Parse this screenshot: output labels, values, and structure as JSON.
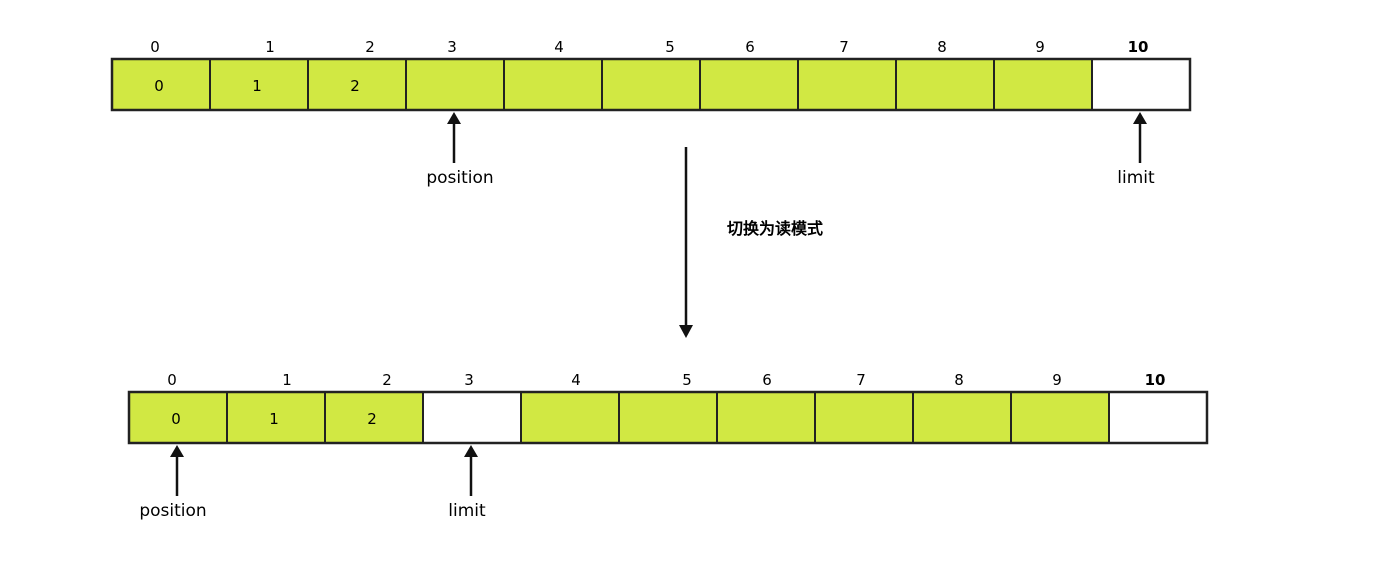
{
  "colors": {
    "filled": "#d1e843",
    "empty": "#ffffff",
    "border": "#222222",
    "arrow": "#111111"
  },
  "mode_switch_label": "切换为读模式",
  "buffers": [
    {
      "id": "write-mode",
      "indices": [
        "0",
        "1",
        "2",
        "3",
        "4",
        "5",
        "6",
        "7",
        "8",
        "9",
        "10"
      ],
      "cells": [
        {
          "value": "0",
          "filled": true
        },
        {
          "value": "1",
          "filled": true
        },
        {
          "value": "2",
          "filled": true
        },
        {
          "value": "",
          "filled": true
        },
        {
          "value": "",
          "filled": true
        },
        {
          "value": "",
          "filled": true
        },
        {
          "value": "",
          "filled": true
        },
        {
          "value": "",
          "filled": true
        },
        {
          "value": "",
          "filled": true
        },
        {
          "value": "",
          "filled": true
        },
        {
          "value": "",
          "filled": false
        }
      ],
      "pointers": [
        {
          "label": "position",
          "index": 3
        },
        {
          "label": "limit",
          "index": 10
        }
      ]
    },
    {
      "id": "read-mode",
      "indices": [
        "0",
        "1",
        "2",
        "3",
        "4",
        "5",
        "6",
        "7",
        "8",
        "9",
        "10"
      ],
      "cells": [
        {
          "value": "0",
          "filled": true
        },
        {
          "value": "1",
          "filled": true
        },
        {
          "value": "2",
          "filled": true
        },
        {
          "value": "",
          "filled": false
        },
        {
          "value": "",
          "filled": true
        },
        {
          "value": "",
          "filled": true
        },
        {
          "value": "",
          "filled": true
        },
        {
          "value": "",
          "filled": true
        },
        {
          "value": "",
          "filled": true
        },
        {
          "value": "",
          "filled": true
        },
        {
          "value": "",
          "filled": false
        }
      ],
      "pointers": [
        {
          "label": "position",
          "index": 0
        },
        {
          "label": "limit",
          "index": 3
        }
      ]
    }
  ]
}
